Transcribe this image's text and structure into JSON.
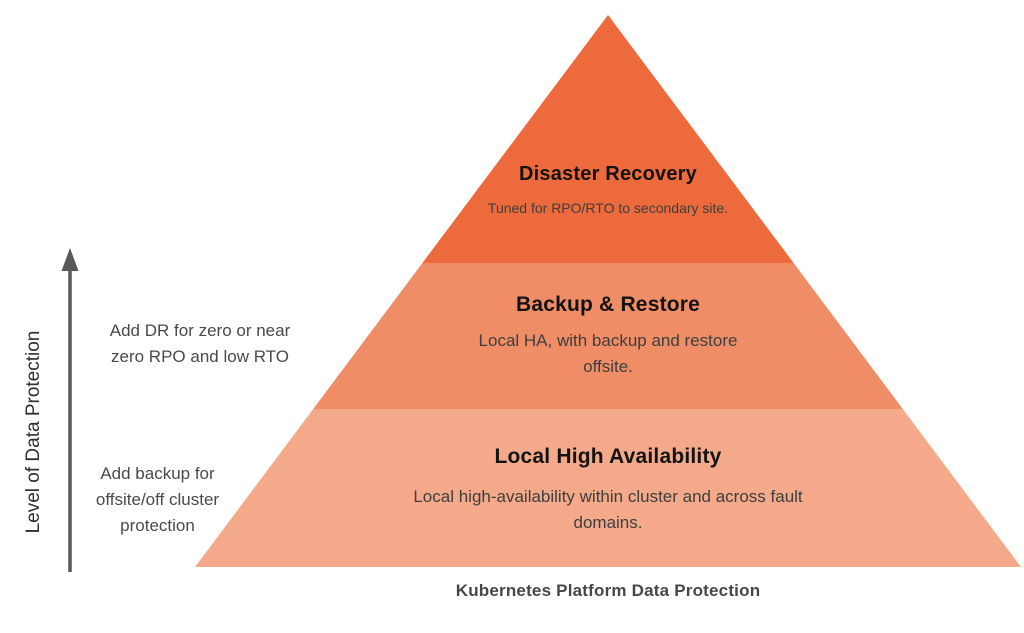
{
  "diagram": {
    "caption": "Kubernetes Platform Data Protection",
    "axis": {
      "label": "Level of Data Protection",
      "arrow_color": "#58595b",
      "annotations": [
        {
          "text": "Add DR for zero or near\nzero RPO and low RTO"
        },
        {
          "text": "Add backup for\noffsite/off cluster\nprotection"
        }
      ]
    },
    "pyramid": {
      "tiers": [
        {
          "name": "Disaster Recovery",
          "description": "Tuned for RPO/RTO to secondary site.",
          "color": "#EC6A3B"
        },
        {
          "name": "Backup & Restore",
          "description": "Local HA, with backup and restore offsite.",
          "color": "#EF8D66"
        },
        {
          "name": "Local High Availability",
          "description": "Local high-availability within cluster and across fault domains.",
          "color": "#F4AA8A"
        }
      ]
    }
  }
}
